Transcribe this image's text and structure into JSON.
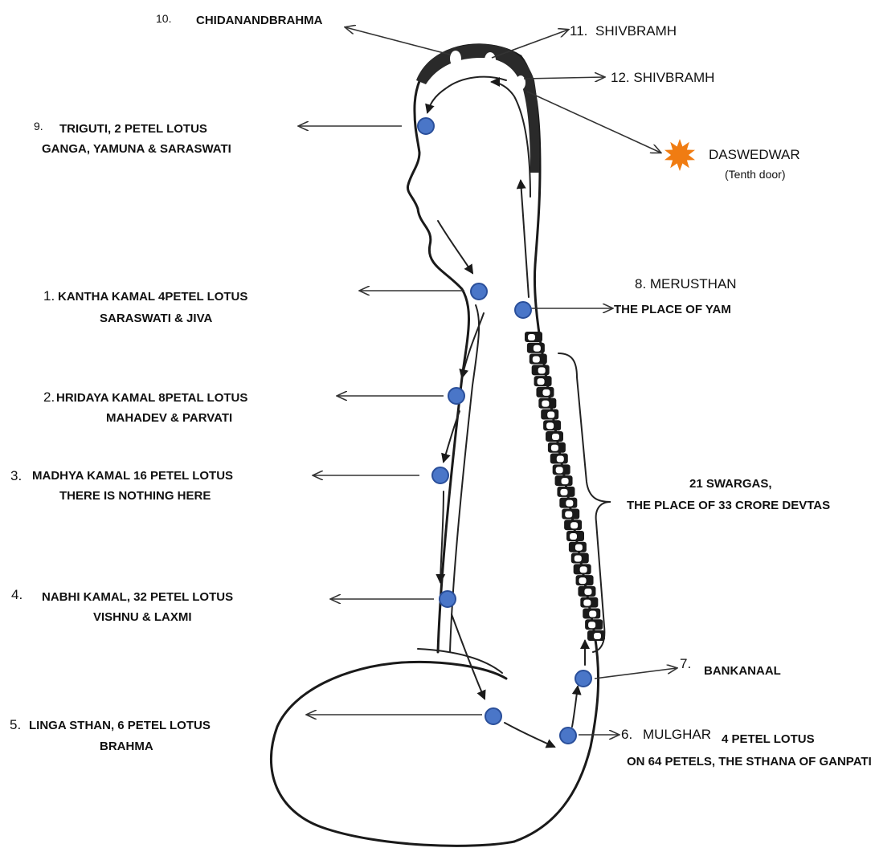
{
  "colors": {
    "node": "#4a76c8",
    "star": "#f07c12",
    "ink": "#1a1a1a"
  },
  "labels": {
    "l10": {
      "num": "10.",
      "line1": "CHIDANANDBRAHMA"
    },
    "l11": {
      "num": "11.",
      "line1": "SHIVBRAMH"
    },
    "l12": {
      "line1": "12. SHIVBRAMH"
    },
    "l9": {
      "num": "9.",
      "line1": "TRIGUTI, 2 PETEL LOTUS",
      "line2": "GANGA, YAMUNA & SARASWATI"
    },
    "daswedwar": {
      "line1": "DASWEDWAR",
      "line2": "(Tenth door)"
    },
    "l1": {
      "num": "1.",
      "line1": "KANTHA KAMAL 4PETEL LOTUS",
      "line2": "SARASWATI & JIVA"
    },
    "l8": {
      "line1": "8.  MERUSTHAN",
      "line2": "THE PLACE OF YAM"
    },
    "l2": {
      "num": "2.",
      "line1": "HRIDAYA KAMAL 8PETAL LOTUS",
      "line2": "MAHADEV & PARVATI"
    },
    "l3": {
      "num": "3.",
      "line1": "MADHYA KAMAL 16 PETEL LOTUS",
      "line2": "THERE IS NOTHING HERE"
    },
    "swargas": {
      "line1": "21 SWARGAS,",
      "line2": "THE PLACE OF 33 CRORE DEVTAS"
    },
    "l4": {
      "num": "4.",
      "line1": "NABHI KAMAL, 32 PETEL LOTUS",
      "line2": "VISHNU & LAXMI"
    },
    "l7": {
      "num": "7.",
      "line1": "BANKANAAL"
    },
    "l5": {
      "num": "5.",
      "line1": "LINGA STHAN, 6 PETEL LOTUS",
      "line2": "BRAHMA"
    },
    "l6": {
      "num": "6.",
      "line1": "MULGHAR",
      "line1b": "4 PETEL LOTUS",
      "line2": "ON  64 PETELS, THE STHANA OF GANPATI"
    }
  }
}
